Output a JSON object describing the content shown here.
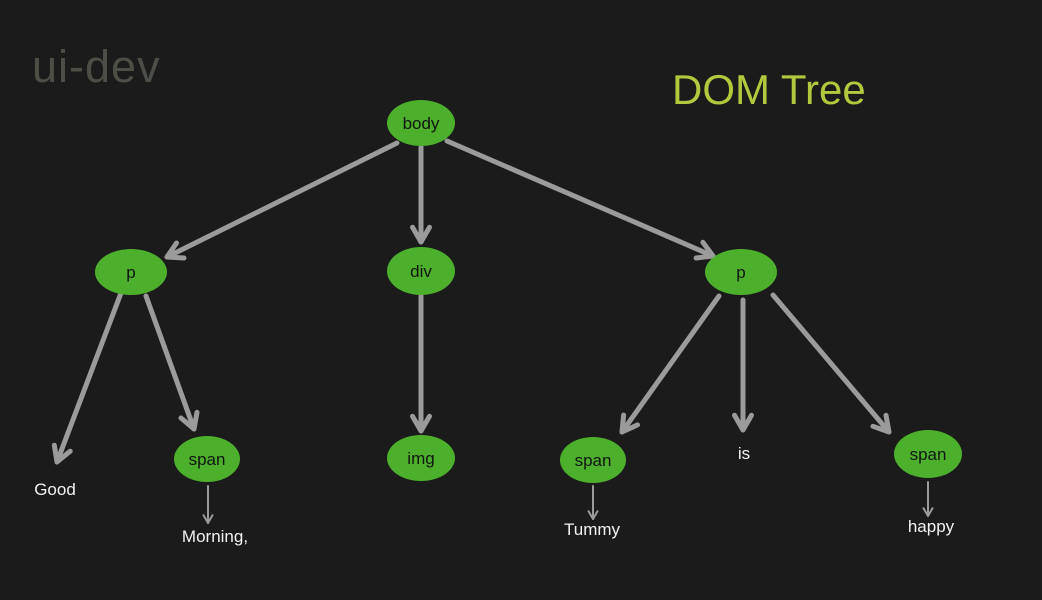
{
  "page": {
    "background": "#1b1b1b"
  },
  "palette": {
    "node_fill": "#4cb02c",
    "node_text": "#111611",
    "arrow": "#9b9b9b",
    "leaf_text": "#f1f1f1",
    "title": "#b2c83d",
    "watermark": "#4b4f45"
  },
  "watermark": {
    "text": "ui-dev"
  },
  "title": {
    "text": "DOM Tree"
  },
  "diagram": {
    "type": "tree",
    "nodes": {
      "body": {
        "label": "body"
      },
      "p_left": {
        "label": "p"
      },
      "div": {
        "label": "div"
      },
      "p_right": {
        "label": "p"
      },
      "span_left": {
        "label": "span"
      },
      "img": {
        "label": "img"
      },
      "span_mid": {
        "label": "span"
      },
      "span_right": {
        "label": "span"
      }
    },
    "leaves": {
      "good": {
        "text": "Good"
      },
      "morning": {
        "text": "Morning,"
      },
      "tummy": {
        "text": "Tummy"
      },
      "is": {
        "text": "is"
      },
      "happy": {
        "text": "happy"
      }
    },
    "edges": [
      {
        "from": "body",
        "to": "p_left"
      },
      {
        "from": "body",
        "to": "div"
      },
      {
        "from": "body",
        "to": "p_right"
      },
      {
        "from": "p_left",
        "to": "good"
      },
      {
        "from": "p_left",
        "to": "span_left"
      },
      {
        "from": "div",
        "to": "img"
      },
      {
        "from": "p_right",
        "to": "span_mid"
      },
      {
        "from": "p_right",
        "to": "is"
      },
      {
        "from": "p_right",
        "to": "span_right"
      },
      {
        "from": "span_left",
        "to": "morning"
      },
      {
        "from": "span_mid",
        "to": "tummy"
      },
      {
        "from": "span_right",
        "to": "happy"
      }
    ]
  }
}
